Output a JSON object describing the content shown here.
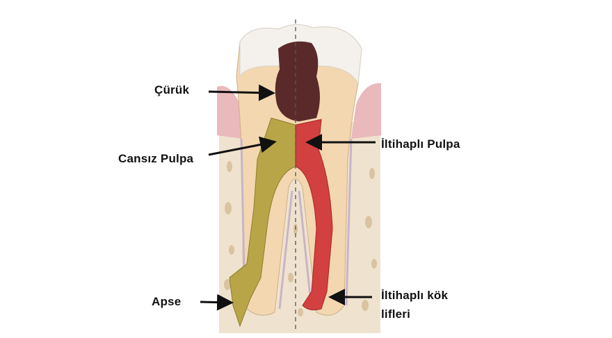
{
  "labels": {
    "caries": "Çürük",
    "dead_pulp": "Cansız Pulpa",
    "inflamed_pulp": "İltihaplı Pulpa",
    "abscess": "Apse",
    "inflamed_root_fibers_line1": "İltihaplı kök",
    "inflamed_root_fibers_line2": "lifleri"
  },
  "colors": {
    "enamel": "#f4f1ec",
    "dentin": "#f3d7b0",
    "caries": "#5a2a2a",
    "dead_pulp": "#b7a548",
    "inflamed_pulp": "#d2403f",
    "gum": "#e9b9bb",
    "bone": "#efe3cf"
  }
}
